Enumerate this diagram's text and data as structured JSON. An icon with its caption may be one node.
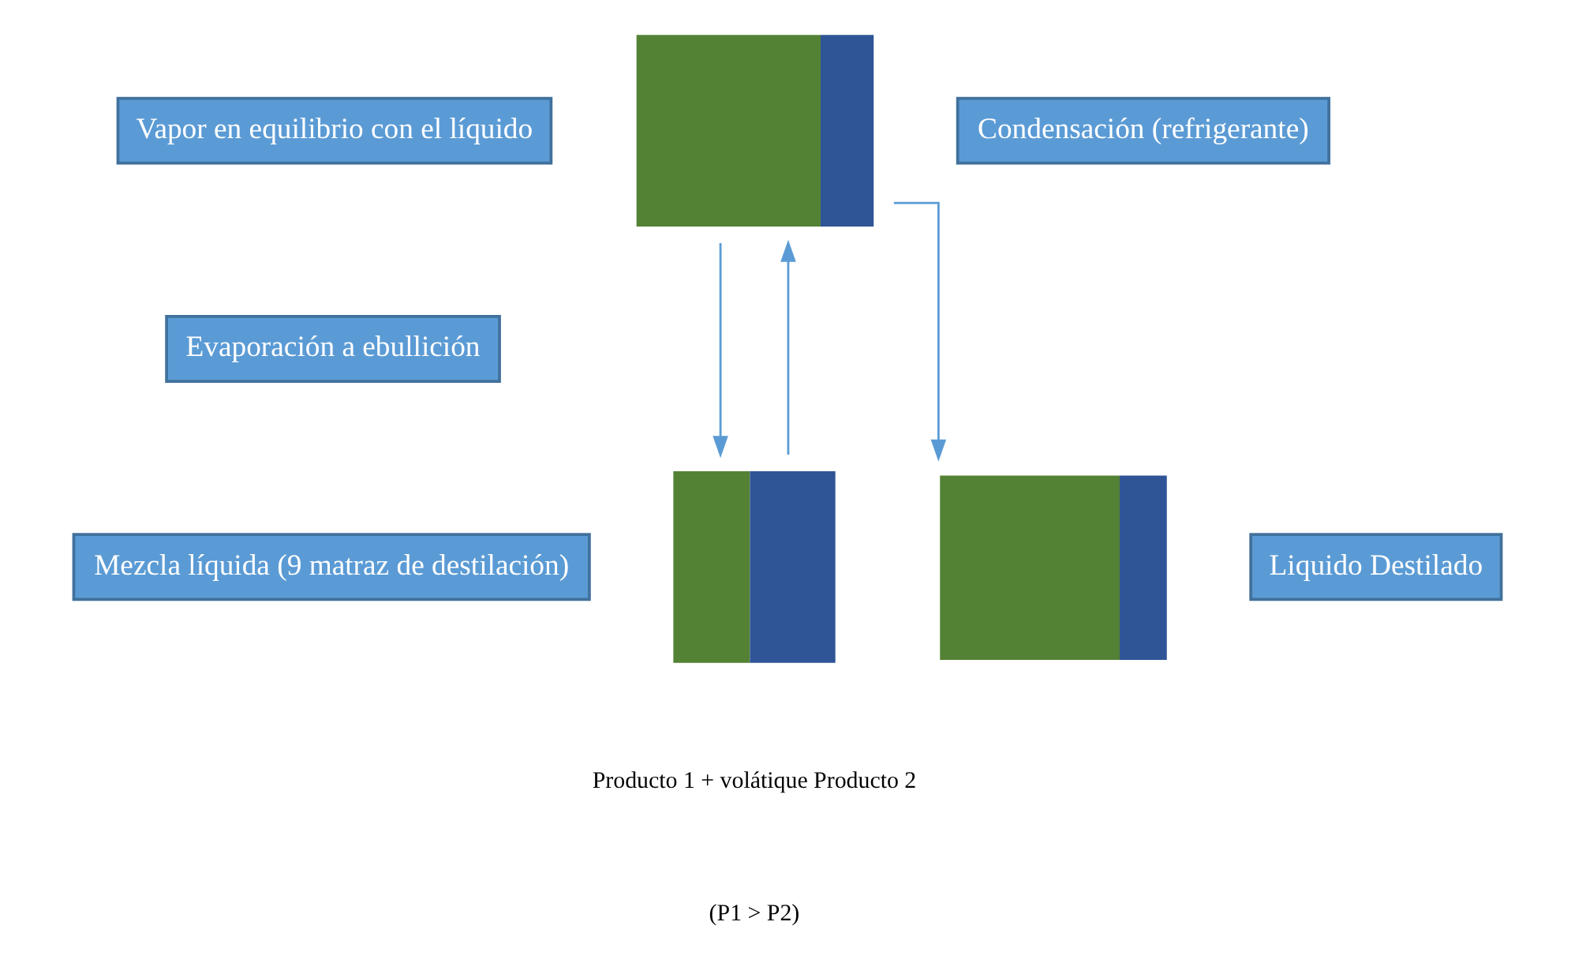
{
  "diagram": {
    "nodes": [
      {
        "text": [
          "Vapor en equilibrio con el líquido"
        ]
      },
      {
        "text": [
          "Condensación (refrigerante)"
        ]
      },
      {
        "text": [
          "Evaporación a ebullición"
        ]
      },
      {
        "text": [
          "Mezcla líquida (9 matraz de destilación)"
        ]
      },
      {
        "text": [
          "Liquido Destilado"
        ]
      },
      {
        "text": [],
        "shape": "bar"
      },
      {
        "text": [],
        "shape": "bar"
      },
      {
        "text": [],
        "shape": "bar"
      }
    ],
    "edges": [
      {
        "from": 5,
        "to": 6,
        "arrow": "to"
      },
      {
        "from": 6,
        "to": 5,
        "arrow": "to"
      },
      {
        "from": 5,
        "to": 7,
        "arrow": "to"
      }
    ],
    "labels": [
      "Producto 1 + volátique Producto 2",
      "(P1 > P2)"
    ]
  }
}
